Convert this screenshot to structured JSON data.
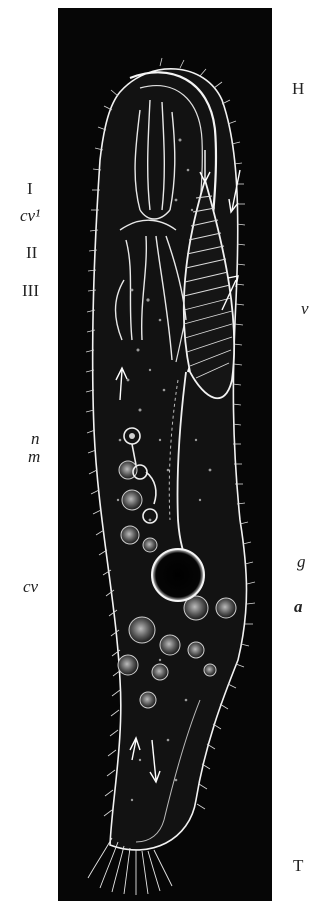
{
  "labels": {
    "H": "H",
    "I": "I",
    "cv1": "cv¹",
    "II": "II",
    "III": "III",
    "v": "v",
    "n": "n",
    "m": "m",
    "g": "g",
    "cv": "cv",
    "a": "a",
    "T": "T"
  },
  "colors": {
    "plate": "#060606",
    "cell_body": "#101010",
    "outline": "#f2f2f2",
    "detail": "#cfcfcf"
  }
}
